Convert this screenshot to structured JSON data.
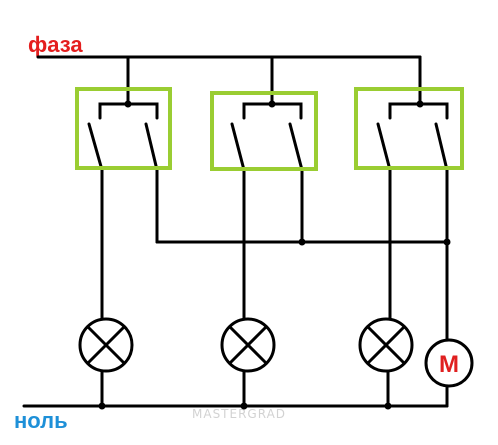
{
  "labels": {
    "phase": "фаза",
    "neutral": "ноль",
    "motor": "M",
    "watermark": "MASTERGRAD"
  },
  "colors": {
    "wire": "#000000",
    "switch_frame": "#9ACD32",
    "phase_text": "#E41E1E",
    "neutral_text": "#1E90D8",
    "motor": "#E02020",
    "watermark": "#C8C8C8"
  },
  "components": {
    "switches": [
      {
        "name": "switch-1",
        "type": "double-pole switch"
      },
      {
        "name": "switch-2",
        "type": "double-pole switch"
      },
      {
        "name": "switch-3",
        "type": "double-pole switch"
      }
    ],
    "lamps": [
      {
        "name": "lamp-1"
      },
      {
        "name": "lamp-2"
      },
      {
        "name": "lamp-3"
      }
    ],
    "motor": {
      "name": "motor",
      "symbol": "M"
    }
  }
}
